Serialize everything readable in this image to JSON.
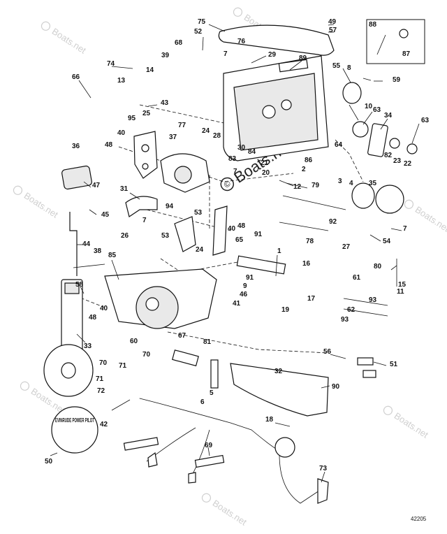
{
  "watermark": {
    "text": "Boats.net",
    "symbol": "©"
  },
  "decal_text": "EVINRUDE POWER PILOT",
  "reference_number": "42205",
  "parts": [
    {
      "id": "p1",
      "label": "1"
    },
    {
      "id": "p2",
      "label": "2"
    },
    {
      "id": "p3",
      "label": "3"
    },
    {
      "id": "p4",
      "label": "4"
    },
    {
      "id": "p5",
      "label": "5"
    },
    {
      "id": "p6",
      "label": "6"
    },
    {
      "id": "p7a",
      "label": "7"
    },
    {
      "id": "p7b",
      "label": "7"
    },
    {
      "id": "p7c",
      "label": "7"
    },
    {
      "id": "p7d",
      "label": "7"
    },
    {
      "id": "p8",
      "label": "8"
    },
    {
      "id": "p9",
      "label": "9"
    },
    {
      "id": "p10",
      "label": "10"
    },
    {
      "id": "p11",
      "label": "11"
    },
    {
      "id": "p12",
      "label": "12"
    },
    {
      "id": "p13",
      "label": "13"
    },
    {
      "id": "p14",
      "label": "14"
    },
    {
      "id": "p15",
      "label": "15"
    },
    {
      "id": "p16",
      "label": "16"
    },
    {
      "id": "p17",
      "label": "17"
    },
    {
      "id": "p18",
      "label": "18"
    },
    {
      "id": "p19",
      "label": "19"
    },
    {
      "id": "p20",
      "label": "20"
    },
    {
      "id": "p21",
      "label": "21"
    },
    {
      "id": "p22",
      "label": "22"
    },
    {
      "id": "p23",
      "label": "23"
    },
    {
      "id": "p24a",
      "label": "24"
    },
    {
      "id": "p24b",
      "label": "24"
    },
    {
      "id": "p25",
      "label": "25"
    },
    {
      "id": "p26",
      "label": "26"
    },
    {
      "id": "p27",
      "label": "27"
    },
    {
      "id": "p28",
      "label": "28"
    },
    {
      "id": "p29",
      "label": "29"
    },
    {
      "id": "p30",
      "label": "30"
    },
    {
      "id": "p31",
      "label": "31"
    },
    {
      "id": "p32",
      "label": "32"
    },
    {
      "id": "p33",
      "label": "33"
    },
    {
      "id": "p34",
      "label": "34"
    },
    {
      "id": "p35",
      "label": "35"
    },
    {
      "id": "p36",
      "label": "36"
    },
    {
      "id": "p37",
      "label": "37"
    },
    {
      "id": "p38",
      "label": "38"
    },
    {
      "id": "p39",
      "label": "39"
    },
    {
      "id": "p40a",
      "label": "40"
    },
    {
      "id": "p40b",
      "label": "40"
    },
    {
      "id": "p40c",
      "label": "40"
    },
    {
      "id": "p41",
      "label": "41"
    },
    {
      "id": "p42",
      "label": "42"
    },
    {
      "id": "p43",
      "label": "43"
    },
    {
      "id": "p44",
      "label": "44"
    },
    {
      "id": "p45",
      "label": "45"
    },
    {
      "id": "p46",
      "label": "46"
    },
    {
      "id": "p47",
      "label": "47"
    },
    {
      "id": "p48a",
      "label": "48"
    },
    {
      "id": "p48b",
      "label": "48"
    },
    {
      "id": "p48c",
      "label": "48"
    },
    {
      "id": "p49",
      "label": "49"
    },
    {
      "id": "p50",
      "label": "50"
    },
    {
      "id": "p51",
      "label": "51"
    },
    {
      "id": "p52",
      "label": "52"
    },
    {
      "id": "p53a",
      "label": "53"
    },
    {
      "id": "p53b",
      "label": "53"
    },
    {
      "id": "p54",
      "label": "54"
    },
    {
      "id": "p55",
      "label": "55"
    },
    {
      "id": "p56",
      "label": "56"
    },
    {
      "id": "p57",
      "label": "57"
    },
    {
      "id": "p58",
      "label": "58"
    },
    {
      "id": "p59",
      "label": "59"
    },
    {
      "id": "p60",
      "label": "60"
    },
    {
      "id": "p61",
      "label": "61"
    },
    {
      "id": "p62",
      "label": "62"
    },
    {
      "id": "p63a",
      "label": "63"
    },
    {
      "id": "p63b",
      "label": "63"
    },
    {
      "id": "p64",
      "label": "64"
    },
    {
      "id": "p65",
      "label": "65"
    },
    {
      "id": "p66",
      "label": "66"
    },
    {
      "id": "p67",
      "label": "67"
    },
    {
      "id": "p68",
      "label": "68"
    },
    {
      "id": "p69",
      "label": "69"
    },
    {
      "id": "p70a",
      "label": "70"
    },
    {
      "id": "p70b",
      "label": "70"
    },
    {
      "id": "p71a",
      "label": "71"
    },
    {
      "id": "p71b",
      "label": "71"
    },
    {
      "id": "p72",
      "label": "72"
    },
    {
      "id": "p73",
      "label": "73"
    },
    {
      "id": "p74",
      "label": "74"
    },
    {
      "id": "p75",
      "label": "75"
    },
    {
      "id": "p76",
      "label": "76"
    },
    {
      "id": "p77",
      "label": "77"
    },
    {
      "id": "p78",
      "label": "78"
    },
    {
      "id": "p79",
      "label": "79"
    },
    {
      "id": "p80",
      "label": "80"
    },
    {
      "id": "p81",
      "label": "81"
    },
    {
      "id": "p82",
      "label": "82"
    },
    {
      "id": "p83",
      "label": "83"
    },
    {
      "id": "p84",
      "label": "84"
    },
    {
      "id": "p85",
      "label": "85"
    },
    {
      "id": "p86",
      "label": "86"
    },
    {
      "id": "p87",
      "label": "87"
    },
    {
      "id": "p88",
      "label": "88"
    },
    {
      "id": "p89",
      "label": "89"
    },
    {
      "id": "p90",
      "label": "90"
    },
    {
      "id": "p91a",
      "label": "91"
    },
    {
      "id": "p91b",
      "label": "91"
    },
    {
      "id": "p92",
      "label": "92"
    },
    {
      "id": "p93a",
      "label": "93"
    },
    {
      "id": "p93b",
      "label": "93"
    },
    {
      "id": "p94",
      "label": "94"
    },
    {
      "id": "p95",
      "label": "95"
    }
  ]
}
